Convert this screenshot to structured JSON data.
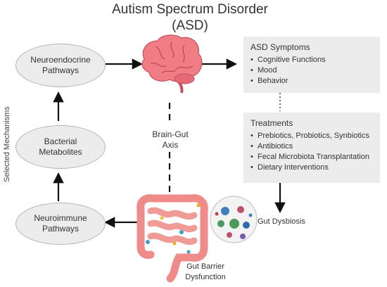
{
  "title": {
    "line1": "Autism Spectrum Disorder",
    "line2": "(ASD)"
  },
  "side_label": "Selected Mechanisms",
  "mechanisms": [
    {
      "label": "Neuroendocrine Pathways"
    },
    {
      "label": "Bacterial Metabolites"
    },
    {
      "label": "Neuroimmune Pathways"
    }
  ],
  "axis_label": "Brain-Gut Axis",
  "symptoms": {
    "heading": "ASD Symptoms",
    "items": [
      "Cognitive Functions",
      "Mood",
      "Behavior"
    ]
  },
  "treatments": {
    "heading": "Treatments",
    "items": [
      "Prebiotics, Probiotics, Synbiotics",
      "Antibiotics",
      "Fecal Microbiota Transplantation",
      "Dietary Interventions"
    ]
  },
  "gut_dysbiosis": "Gut Dysbiosis",
  "gut_barrier": "Gut Barrier Dysfunction",
  "colors": {
    "brain": "#f07c86",
    "gut": "#f08a88",
    "node_fill": "#ececec",
    "panel_fill": "#ececec",
    "arrow": "#111111"
  },
  "icons": [
    "brain-icon",
    "intestine-icon",
    "microbes-icon"
  ]
}
